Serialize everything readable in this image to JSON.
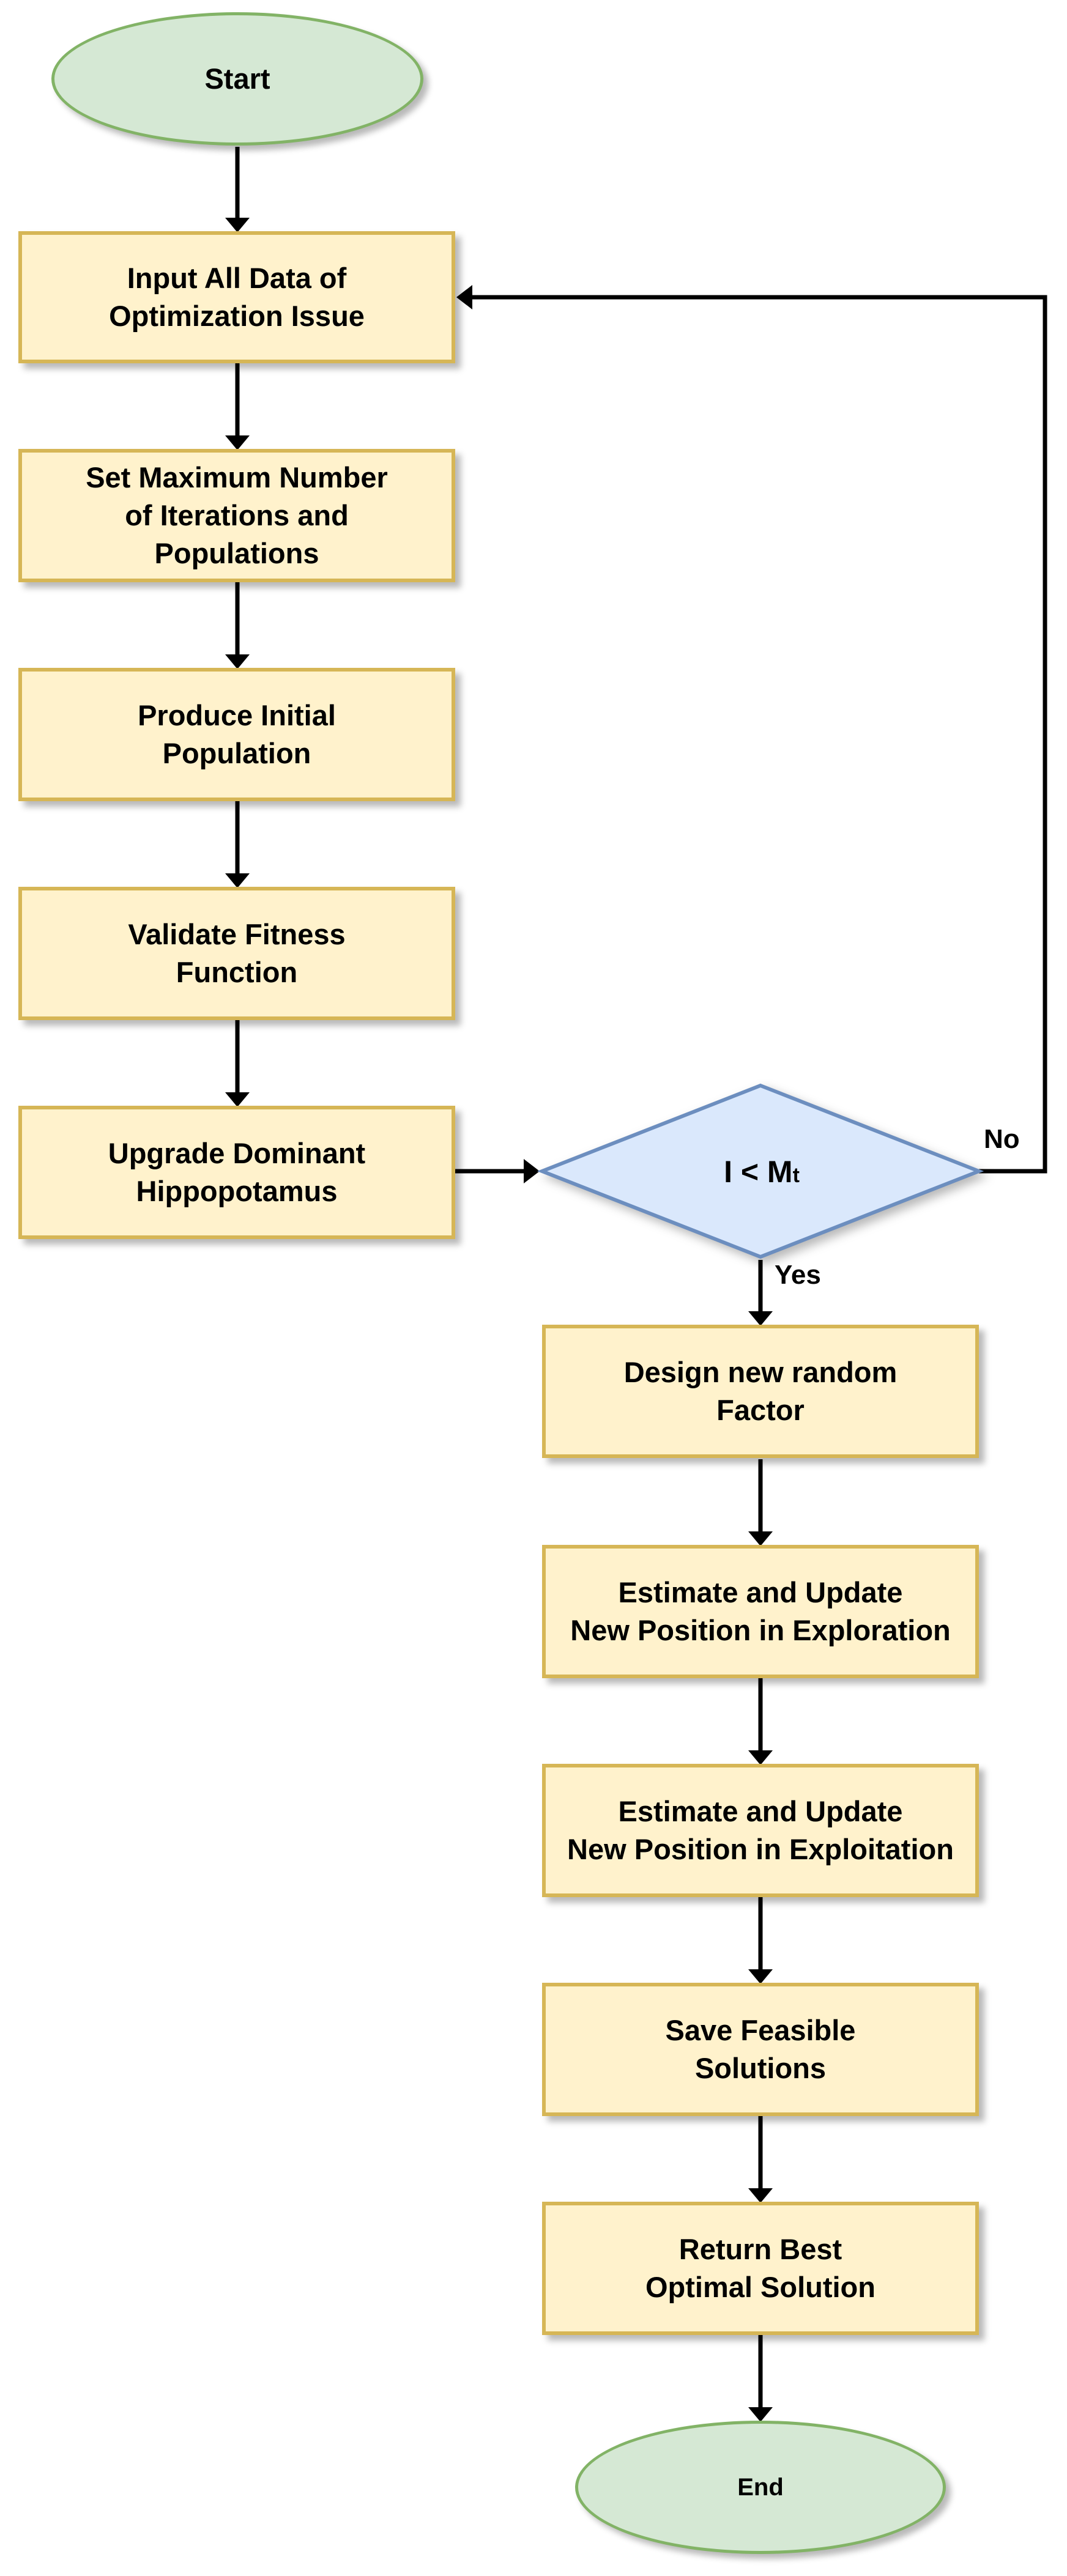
{
  "flowchart": {
    "start": {
      "label": "Start",
      "fill": "#d5e8d4",
      "stroke": "#82b366"
    },
    "left_column": [
      {
        "id": "input-data",
        "label": "Input All Data of\nOptimization Issue"
      },
      {
        "id": "set-max",
        "label": "Set Maximum Number\nof Iterations and\nPopulations"
      },
      {
        "id": "initial-pop",
        "label": "Produce Initial\nPopulation"
      },
      {
        "id": "validate-fitness",
        "label": "Validate Fitness\nFunction"
      },
      {
        "id": "upgrade-dominant",
        "label": "Upgrade Dominant\nHippopotamus"
      }
    ],
    "decision": {
      "label_main": "I < M",
      "label_sub": "t",
      "fill": "#dae8fc",
      "stroke": "#6c8ebf",
      "yes_label": "Yes",
      "no_label": "No"
    },
    "right_column": [
      {
        "id": "design-factor",
        "label": "Design new random\nFactor"
      },
      {
        "id": "exploration",
        "label": "Estimate and Update\nNew Position in Exploration"
      },
      {
        "id": "exploitation",
        "label": "Estimate and Update\nNew Position in Exploitation"
      },
      {
        "id": "save-solutions",
        "label": "Save Feasible\nSolutions"
      },
      {
        "id": "return-best",
        "label": "Return Best\nOptimal Solution"
      }
    ],
    "end": {
      "label": "End",
      "fill": "#d5e8d4",
      "stroke": "#82b366"
    },
    "colors": {
      "process_fill": "#fff2cc",
      "process_stroke": "#d6b656",
      "arrow": "#000000"
    }
  }
}
